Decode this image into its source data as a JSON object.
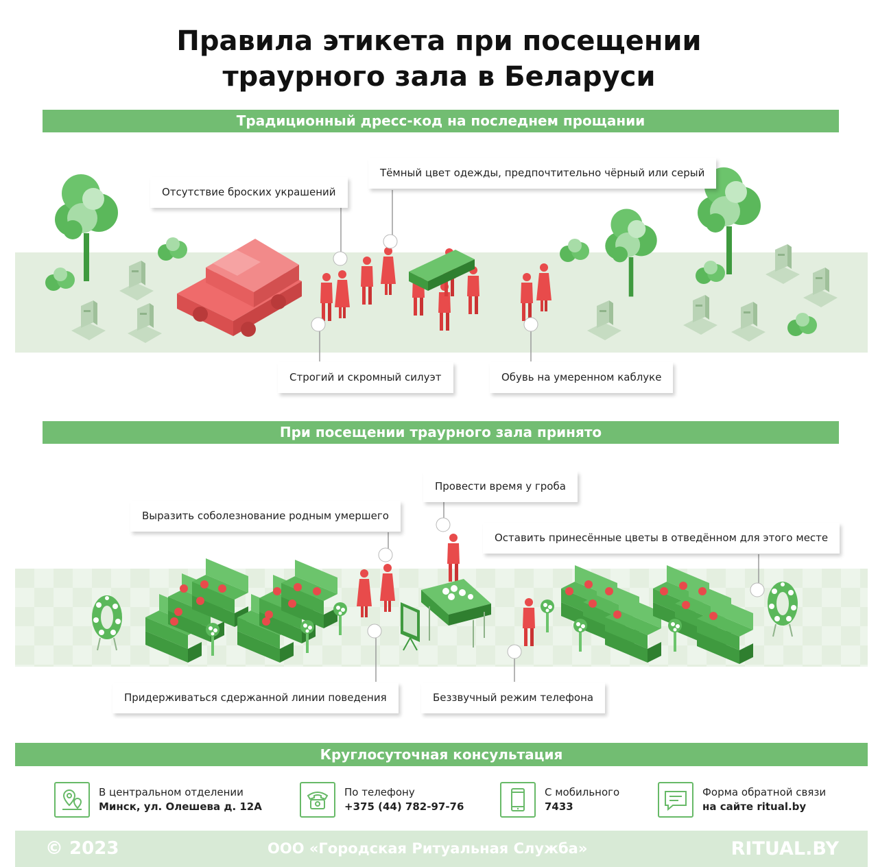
{
  "title": {
    "line1": "Правила этикета при посещении",
    "line2": "траурного зала в Беларуси"
  },
  "sections": {
    "dress_code": "Традиционный дресс-код на последнем прощании",
    "hall": "При посещении траурного зала принято",
    "consult": "Круглосуточная консультация"
  },
  "dress_callouts": {
    "no_jewelry": "Отсутствие броских украшений",
    "dark_clothes": "Тёмный цвет одежды, предпочтительно чёрный или серый",
    "silhouette": "Строгий и скромный силуэт",
    "shoes": "Обувь на умеренном каблуке"
  },
  "hall_callouts": {
    "condolence": "Выразить соболезнование родным умершего",
    "time_coffin": "Провести время у гроба",
    "flowers": "Оставить принесённые цветы в отведённом для этого месте",
    "behavior": "Придерживаться сдержанной линии поведения",
    "phone": "Беззвучный режим телефона"
  },
  "contacts": [
    {
      "icon": "location-pin-icon",
      "line1": "В центральном отделении",
      "line2": "Минск, ул. Олешева д. 12А"
    },
    {
      "icon": "telephone-icon",
      "line1": "По телефону",
      "line2": "+375 (44) 782-97-76"
    },
    {
      "icon": "mobile-phone-icon",
      "line1": "С мобильного",
      "line2": "7433"
    },
    {
      "icon": "feedback-chat-icon",
      "line1": "Форма обратной связи",
      "line2": "на сайте ritual.by"
    }
  ],
  "footer": {
    "copyright": "© 2023",
    "organization": "ООО «Городская Ритуальная Служба»",
    "site": "RITUAL.BY"
  },
  "colors": {
    "accent_green": "#72bd72",
    "band_green": "#e3eedf",
    "figure_red": "#e84b4b",
    "car_red": "#ef6b6b",
    "tree_green": "#5bb85b",
    "footer_bg": "#d8ead6"
  }
}
